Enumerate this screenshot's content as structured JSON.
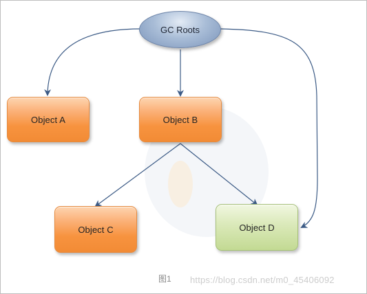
{
  "diagram": {
    "root_label": "GC Roots",
    "nodes": {
      "a": "Object A",
      "b": "Object B",
      "c": "Object C",
      "d": "Object D"
    }
  },
  "caption": "图1",
  "watermark": "https://blog.csdn.net/m0_45406092",
  "colors": {
    "reachable_node": "#f7933f",
    "unreachable_node": "#c3da93",
    "root_node": "#7c95bb",
    "edge": "#3b5a85"
  }
}
